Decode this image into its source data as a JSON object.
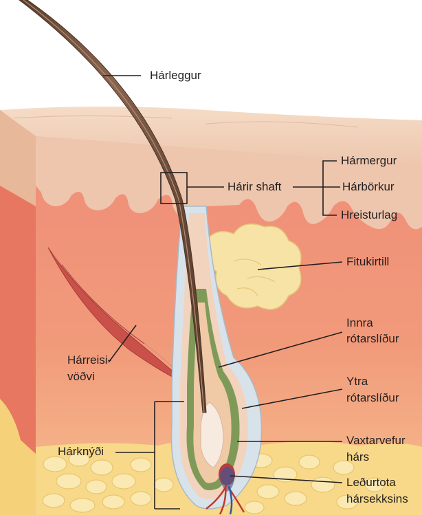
{
  "labels": {
    "hair_shaft_top": "Hárleggur",
    "hair_shaft_box": "Hárir shaft",
    "medulla": "Hármergur",
    "cortex": "Hárbörkur",
    "cuticle": "Hreisturlag",
    "sebaceous_gland": "Fitukirtill",
    "inner_root_sheath_1": "Innra",
    "inner_root_sheath_2": "rótarslíður",
    "outer_root_sheath_1": "Ytra",
    "outer_root_sheath_2": "rótarslíður",
    "arrector_pili_1": "Hárreisi-",
    "arrector_pili_2": "vöðvi",
    "hair_matrix_1": "Vaxtarvefur",
    "hair_matrix_2": "hárs",
    "hair_bulb": "Hárknýði",
    "dermal_papilla_1": "Leðurtota",
    "dermal_papilla_2": "hársekksins"
  },
  "colors": {
    "epidermis": "#f2d3bd",
    "epidermis_dark": "#e7bca1",
    "dermis": "#ef8a73",
    "dermis_light": "#f6b48e",
    "fat": "#f8dd8a",
    "fat_cell": "#fbecb4",
    "sebaceous": "#f6e2a6",
    "hair": "#6b4b3a",
    "muscle": "#c84a45",
    "outer_sheath": "#d7e1ea",
    "inner_sheath": "#7f9a58",
    "leader_line": "#231f20"
  }
}
